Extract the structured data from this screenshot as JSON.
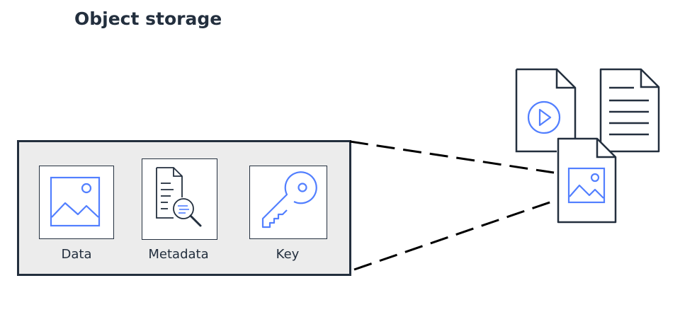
{
  "title": "Object storage",
  "items": [
    {
      "label": "Data",
      "icon": "image-icon"
    },
    {
      "label": "Metadata",
      "icon": "document-search-icon"
    },
    {
      "label": "Key",
      "icon": "key-icon"
    }
  ],
  "colors": {
    "dark": "#232f3e",
    "accent": "#527fff",
    "panel": "#ececec"
  }
}
